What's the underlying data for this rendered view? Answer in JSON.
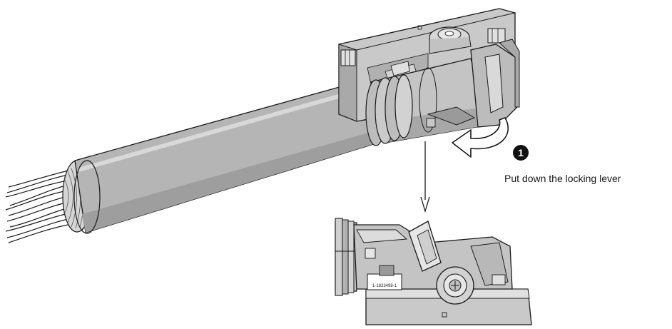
{
  "step": {
    "number": "1",
    "instruction": "Put down the locking lever"
  },
  "part_label": "1-1823498-1",
  "colors": {
    "line": "#1a1a1a",
    "cable": "#b5b5b5",
    "cable_shadow": "#9e9e9e",
    "housing": "#c9c9c9",
    "housing_dark": "#a9a9a9",
    "housing_light": "#e0e0e0",
    "step_badge": "#111111"
  },
  "icons": [
    "rotation-arrow-icon",
    "down-arrow-icon",
    "step-badge-icon"
  ]
}
